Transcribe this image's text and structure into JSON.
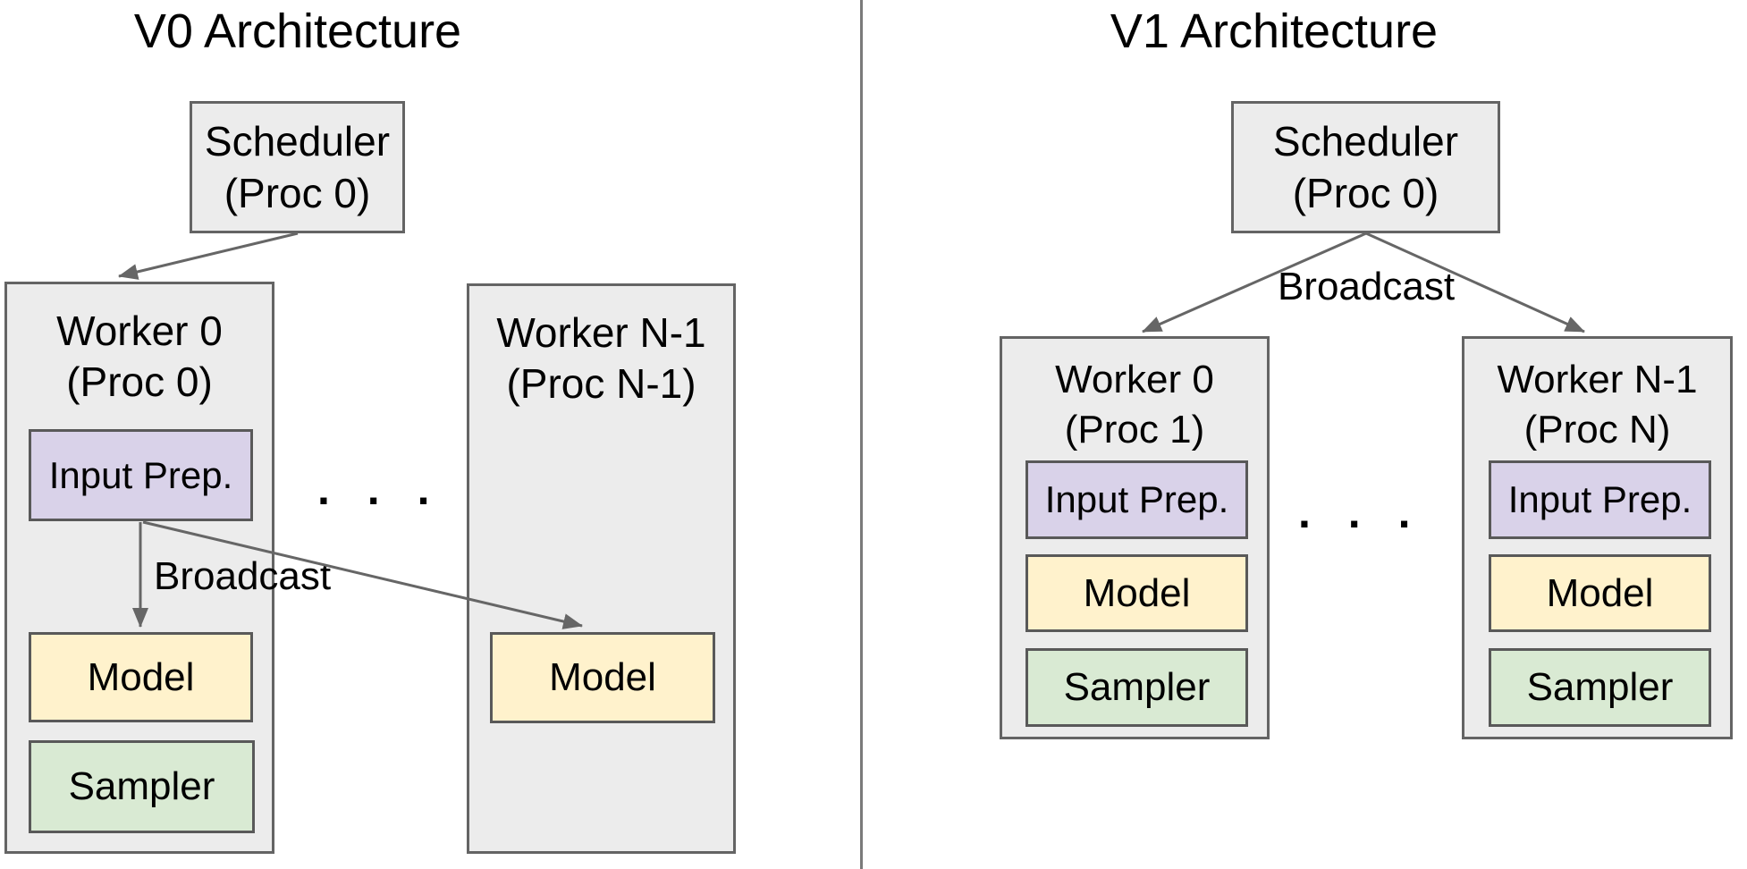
{
  "colors": {
    "container_fill": "#ececec",
    "container_border": "#646464",
    "inner_border": "#595959",
    "input_prep_fill": "#d9d2e9",
    "model_fill": "#fff2cc",
    "sampler_fill": "#d9ead3",
    "arrow": "#666666",
    "divider": "#7a7a7a",
    "text": "#000000"
  },
  "v0": {
    "title": "V0 Architecture",
    "scheduler": {
      "name": "Scheduler",
      "proc": "(Proc 0)"
    },
    "worker0": {
      "name": "Worker 0",
      "proc": "(Proc 0)"
    },
    "workerN": {
      "name": "Worker N-1",
      "proc": "(Proc N-1)"
    },
    "worker0_blocks": {
      "input_prep": "Input Prep.",
      "model": "Model",
      "sampler": "Sampler"
    },
    "workerN_blocks": {
      "model": "Model"
    },
    "broadcast_label": "Broadcast",
    "ellipsis": ". . ."
  },
  "v1": {
    "title": "V1 Architecture",
    "scheduler": {
      "name": "Scheduler",
      "proc": "(Proc 0)"
    },
    "worker0": {
      "name": "Worker 0",
      "proc": "(Proc 1)"
    },
    "workerN": {
      "name": "Worker N-1",
      "proc": "(Proc N)"
    },
    "worker0_blocks": {
      "input_prep": "Input Prep.",
      "model": "Model",
      "sampler": "Sampler"
    },
    "workerN_blocks": {
      "input_prep": "Input Prep.",
      "model": "Model",
      "sampler": "Sampler"
    },
    "broadcast_label": "Broadcast",
    "ellipsis": ". . ."
  }
}
